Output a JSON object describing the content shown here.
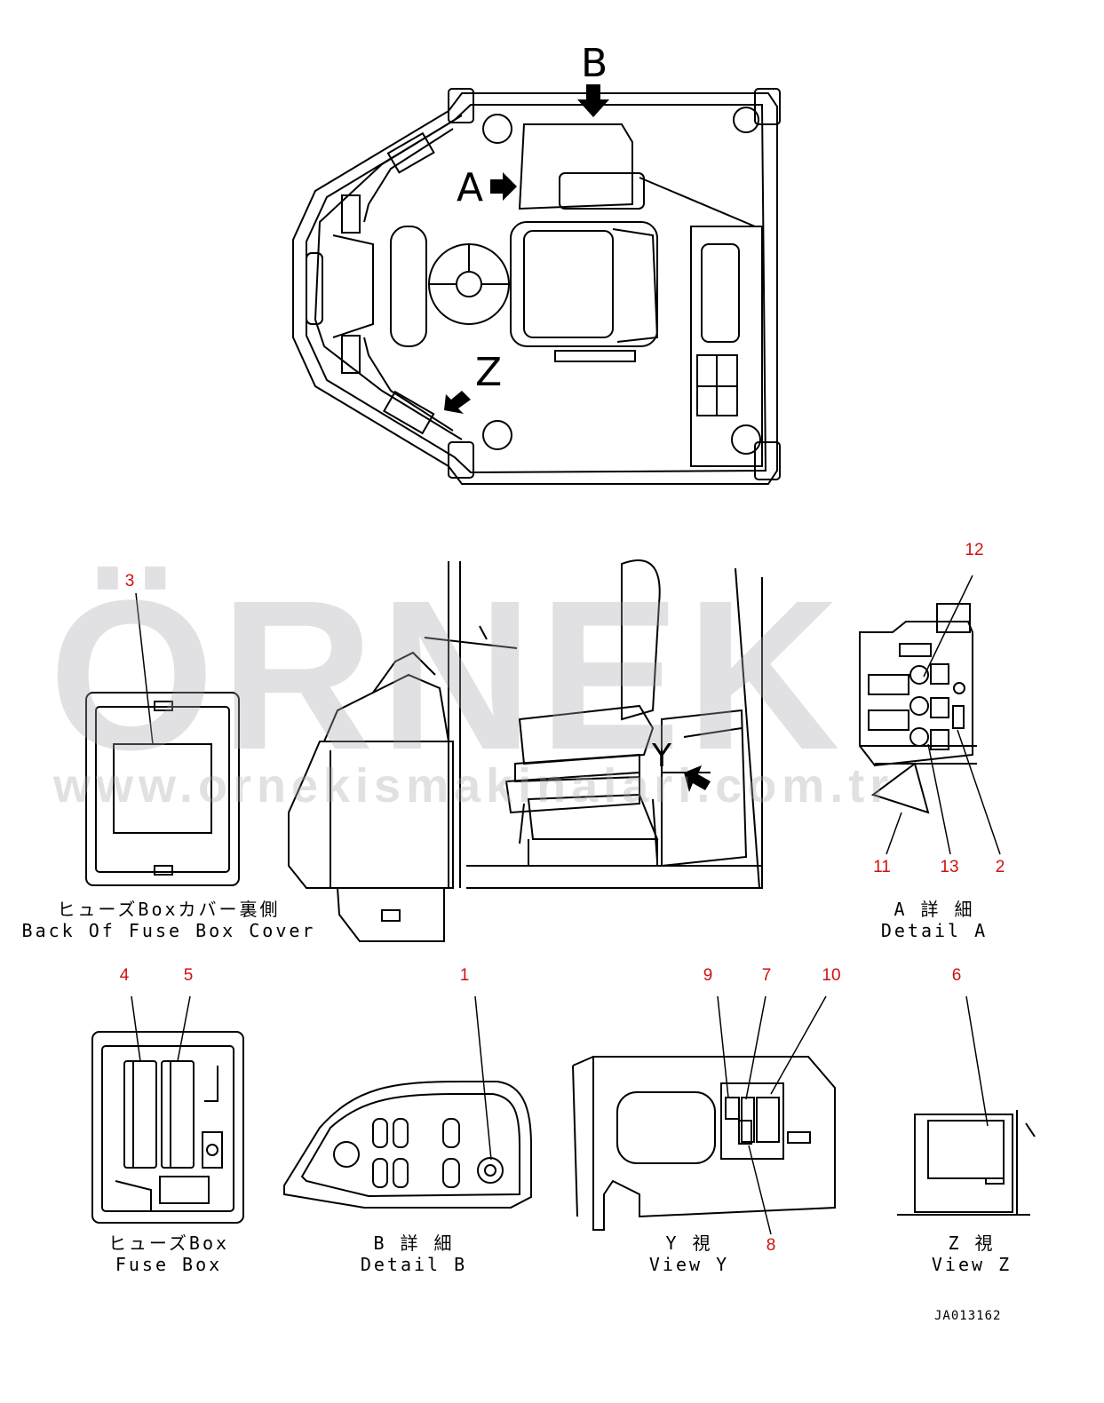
{
  "watermark": {
    "brand": "ÖRNEK",
    "url": "www.ornekismakinalari.com.tr",
    "accent_color": "#f2c44a"
  },
  "view_letters": {
    "a": "A",
    "b": "B",
    "z": "Z",
    "y": "Y"
  },
  "captions": {
    "fuse_cover_jp": "ヒューズBoxカバー裏側",
    "fuse_cover_en": "Back Of Fuse Box Cover",
    "detail_a_jp": "A 詳 細",
    "detail_a_en": "Detail A",
    "fuse_box_jp": "ヒューズBox",
    "fuse_box_en": "Fuse Box",
    "detail_b_jp": "B 詳 細",
    "detail_b_en": "Detail B",
    "view_y_jp": "Y  視",
    "view_y_en": "View Y",
    "view_z_jp": "Z  視",
    "view_z_en": "View Z"
  },
  "callouts": {
    "n1": "1",
    "n2": "2",
    "n3": "3",
    "n4": "4",
    "n5": "5",
    "n6": "6",
    "n7": "7",
    "n8": "8",
    "n9": "9",
    "n10": "10",
    "n11": "11",
    "n12": "12",
    "n13": "13",
    "color": "#d01010"
  },
  "drawing_code": "JA013162"
}
